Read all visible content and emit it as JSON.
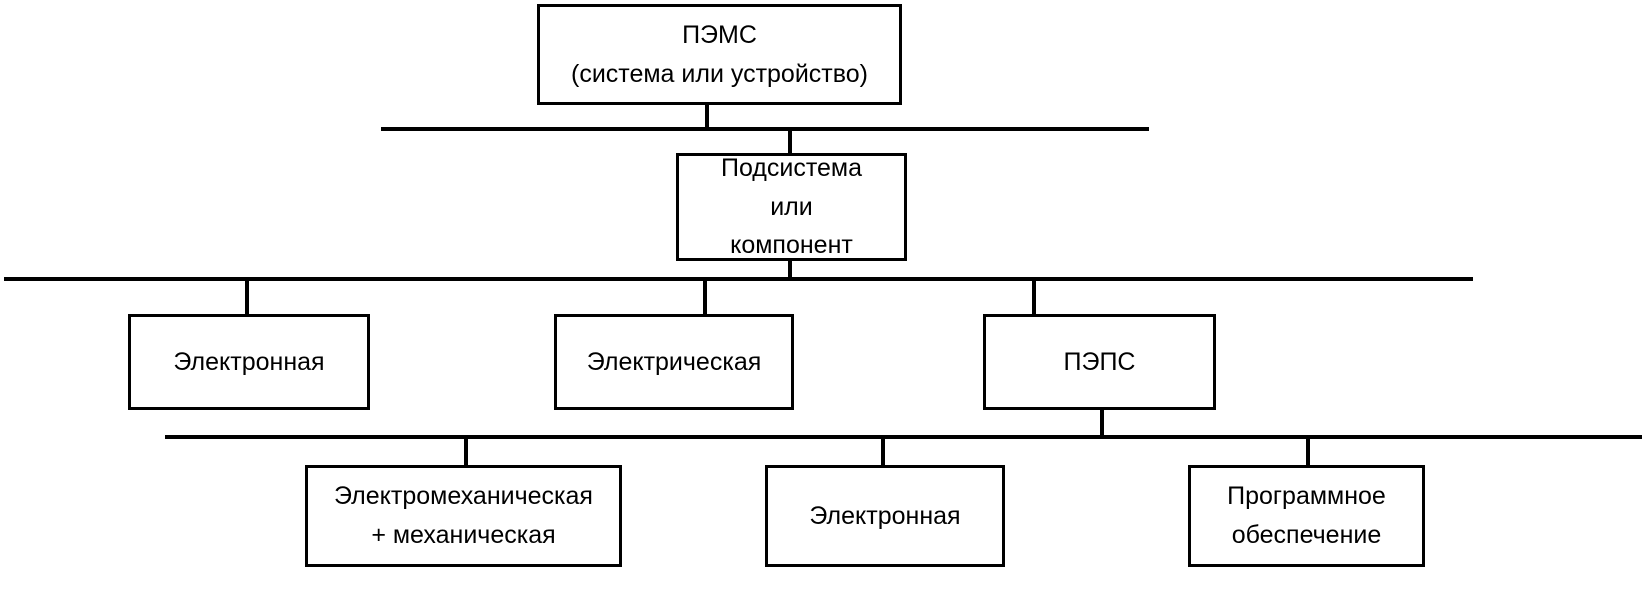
{
  "diagram": {
    "title_text": "",
    "colors": {
      "line": "#000000",
      "box_border": "#000000",
      "box_fill": "#ffffff",
      "text": "#000000",
      "background": "#ffffff"
    },
    "levels": [
      {
        "level": 1,
        "name": "system-level",
        "nodes": [
          {
            "id": "pems",
            "label": "ПЭМС\n(система или устройство)"
          }
        ]
      },
      {
        "level": 2,
        "name": "subsystem-level",
        "nodes": [
          {
            "id": "subsystem",
            "label": "Подсистема\nили\nкомпонент"
          }
        ]
      },
      {
        "level": 3,
        "name": "category-level",
        "nodes": [
          {
            "id": "electronic",
            "label": "Электронная"
          },
          {
            "id": "electrical",
            "label": "Электрическая"
          },
          {
            "id": "peps",
            "label": "ПЭПС"
          }
        ]
      },
      {
        "level": 4,
        "name": "peps-breakdown-level",
        "nodes": [
          {
            "id": "electromechanical",
            "label": "Электромеханическая\n+ механическая"
          },
          {
            "id": "electronic2",
            "label": "Электронная"
          },
          {
            "id": "software",
            "label": "Программное\nобеспечение"
          }
        ]
      }
    ],
    "connectors": {
      "bus_1_label": "system-to-subsystem-bus",
      "bus_2_label": "subsystem-to-category-bus",
      "bus_3_label": "peps-to-children-bus"
    }
  }
}
